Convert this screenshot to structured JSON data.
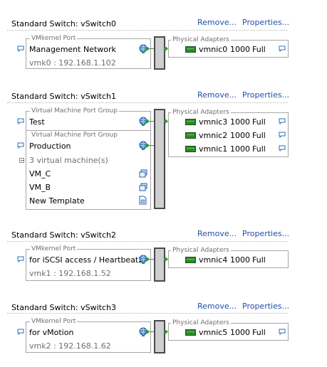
{
  "switches": [
    {
      "title": "Standard Switch: vSwitch0",
      "remove": "Remove...",
      "properties": "Properties...",
      "groups": [
        {
          "type_label": "VMkernel Port",
          "name": "Management Network",
          "sub": "vmk0 : 192.168.1.102"
        }
      ],
      "adapters_label": "Physical Adapters",
      "adapters": [
        {
          "name": "vmnic0",
          "speed": "1000",
          "duplex": "Full"
        }
      ]
    },
    {
      "title": "Standard Switch: vSwitch1",
      "remove": "Remove...",
      "properties": "Properties...",
      "groups": [
        {
          "type_label": "Virtual Machine Port Group",
          "name": "Test"
        },
        {
          "type_label": "Virtual Machine Port Group",
          "name": "Production",
          "vm_count": "3 virtual machine(s)",
          "vms": [
            "VM_C",
            "VM_B",
            "New Template"
          ]
        }
      ],
      "adapters_label": "Physical Adapters",
      "adapters": [
        {
          "name": "vmnic3",
          "speed": "1000",
          "duplex": "Full"
        },
        {
          "name": "vmnic2",
          "speed": "1000",
          "duplex": "Full"
        },
        {
          "name": "vmnic1",
          "speed": "1000",
          "duplex": "Full"
        }
      ]
    },
    {
      "title": "Standard Switch: vSwitch2",
      "remove": "Remove...",
      "properties": "Properties...",
      "groups": [
        {
          "type_label": "VMkernel Port",
          "name": "for iSCSI access / Heartbeat2",
          "sub": "vmk1 : 192.168.1.52"
        }
      ],
      "adapters_label": "Physical Adapters",
      "adapters": [
        {
          "name": "vmnic4",
          "speed": "1000",
          "duplex": "Full"
        }
      ]
    },
    {
      "title": "Standard Switch: vSwitch3",
      "remove": "Remove...",
      "properties": "Properties...",
      "groups": [
        {
          "type_label": "VMkernel Port",
          "name": "for vMotion",
          "sub": "vmk2 : 192.168.1.62"
        }
      ],
      "adapters_label": "Physical Adapters",
      "adapters": [
        {
          "name": "vmnic5",
          "speed": "1000",
          "duplex": "Full"
        }
      ]
    }
  ],
  "icons": {
    "comment": "speech-bubble-icon",
    "globe": "network-globe-icon",
    "nic": "network-adapter-icon",
    "vm": "virtual-machine-icon",
    "template": "template-icon",
    "expander": "collapse-icon"
  },
  "colors": {
    "link": "#1f4fa8",
    "connector": "#2e9a2e",
    "nic": "#2c8a2c",
    "switch_fill": "#cfcfcf"
  }
}
